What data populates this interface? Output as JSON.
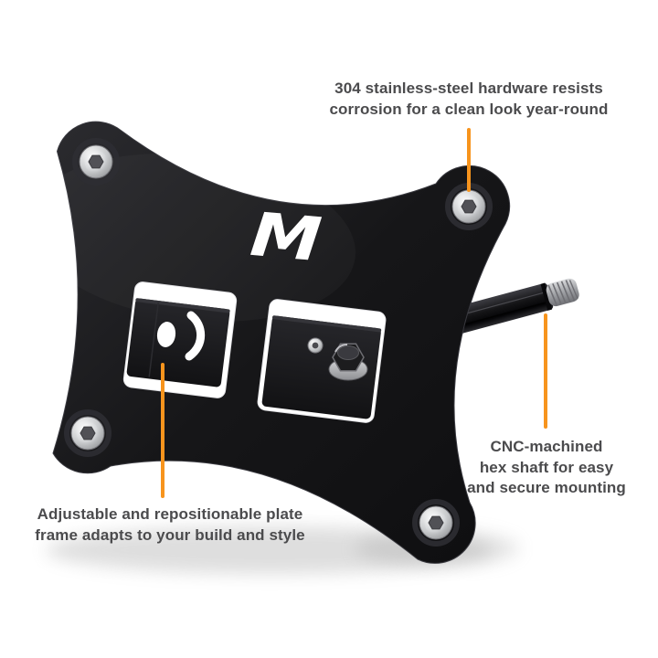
{
  "product": {
    "logo_letter": "M",
    "colors": {
      "accent": "#F7941D",
      "callout_text": "#4B4B4D",
      "plate_black": "#1A1A1C",
      "hardware_silver": "#C7C9CB",
      "background": "#FFFFFF"
    }
  },
  "callouts": {
    "hardware": {
      "lines": [
        "304 stainless-steel hardware resists",
        "corrosion for a clean look year-round"
      ]
    },
    "hex_shaft": {
      "lines": [
        "CNC-machined",
        "hex shaft for easy",
        "and secure mounting"
      ]
    },
    "plate_frame": {
      "lines": [
        "Adjustable and repositionable plate",
        "frame adapts to your build and style"
      ]
    }
  }
}
